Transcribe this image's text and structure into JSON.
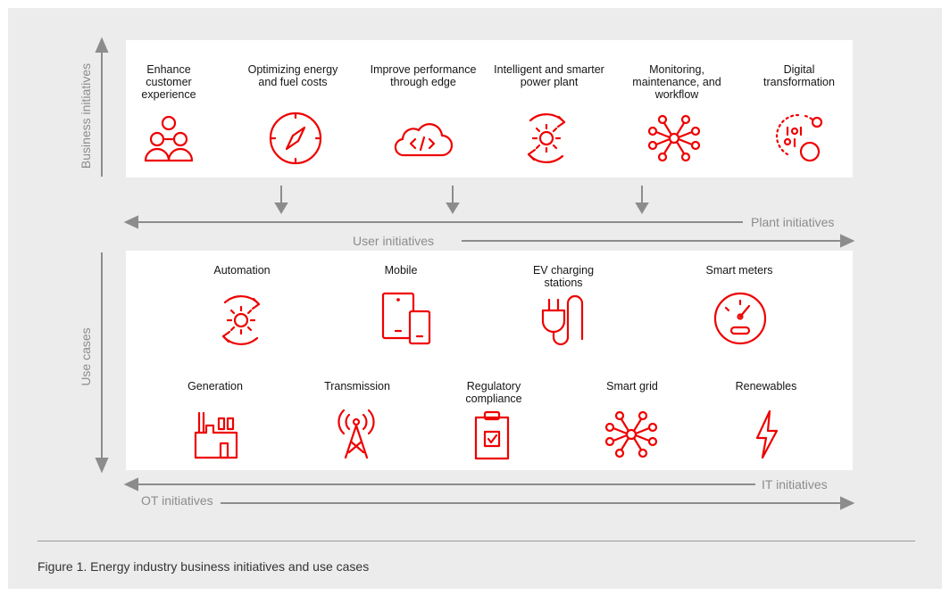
{
  "axes": {
    "business_initiatives": "Business initiatives",
    "use_cases": "Use cases",
    "plant_initiatives": "Plant initiatives",
    "user_initiatives": "User initiatives",
    "it_initiatives": "IT initiatives",
    "ot_initiatives": "OT initiatives"
  },
  "business": [
    {
      "label": "Enhance customer experience",
      "icon": "people-icon"
    },
    {
      "label": "Optimizing energy and fuel costs",
      "icon": "compass-icon"
    },
    {
      "label": "Improve performance through edge",
      "icon": "cloud-code-icon"
    },
    {
      "label": "Intelligent and smarter power plant",
      "icon": "gear-cycle-icon"
    },
    {
      "label": "Monitoring, maintenance, and workflow",
      "icon": "network-icon"
    },
    {
      "label": "Digital transformation",
      "icon": "binary-transform-icon"
    }
  ],
  "use_cases_row1": [
    {
      "label": "Automation",
      "icon": "gear-cycle-icon"
    },
    {
      "label": "Mobile",
      "icon": "mobile-devices-icon"
    },
    {
      "label": "EV charging stations",
      "icon": "plug-icon"
    },
    {
      "label": "Smart meters",
      "icon": "meter-icon"
    }
  ],
  "use_cases_row2": [
    {
      "label": "Generation",
      "icon": "factory-icon"
    },
    {
      "label": "Transmission",
      "icon": "tower-icon"
    },
    {
      "label": "Regulatory compliance",
      "icon": "clipboard-check-icon"
    },
    {
      "label": "Smart grid",
      "icon": "network-icon"
    },
    {
      "label": "Renewables",
      "icon": "lightning-icon"
    }
  ],
  "caption": "Figure 1. Energy industry business initiatives and use cases",
  "colors": {
    "accent": "#ee0000",
    "arrow": "#8c8c8c",
    "background": "#ececec"
  }
}
